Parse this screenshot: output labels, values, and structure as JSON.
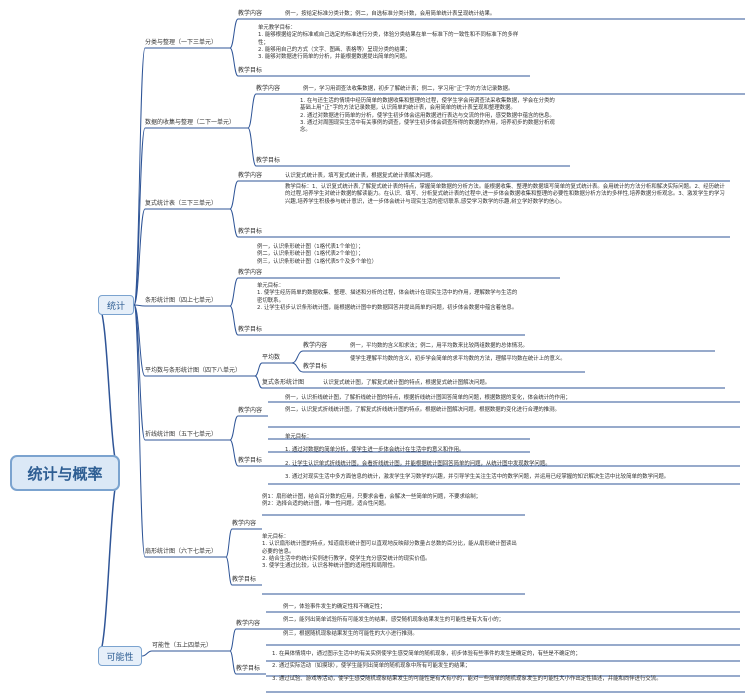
{
  "root": "统计与概率",
  "branches": [
    "统计",
    "可能性"
  ],
  "units": [
    {
      "title": "分类与整理（一下三单元）",
      "content_label": "教学内容",
      "content": "例一，按给定标准分类计数；例二，自选标准分类计数，会用简单统计表呈现统计结果。",
      "goal_label": "教学目标",
      "goal": [
        "单元教学目标：",
        "1.     能够根据给定的标准或自己选定的标准进行分类，体验分类结果在单一标准下的一致性和不同标准下的多样性；",
        "2.     能够用自己的方式（文字、图画、表格等）呈现分类的结果；",
        "3.     能够对数据进行简单的分析，并能根据数据提出简单的问题。"
      ]
    },
    {
      "title": "数据的收集与整理（二下一单元）",
      "content_label": "教学内容",
      "content": "例一，学习用调查法收集数据，初步了解统计表；例二，学习用“正”字的方法记录数据。",
      "goal_label": "教学目标",
      "goal": [
        "1.       在与还生活的情境中经历简单的数据收集和整理的过程，使学生学会用调查法采收集数据，学会在分类的基础上用“正”字的方法记录数据，认识简单的统计表，会用简单的统计表呈现和整理数据。",
        "2.       通过对数据进行简单的分析，使学生初步体会运用数据进行表达与交流的作用，感受数据中蕴含的信息。",
        "3.       通过对周围现实生活中有关事例的调查，使学生初步体会调查所得的数据的作用，培养初步的数据分析观念。"
      ]
    },
    {
      "title": "复式统计表（三下三单元）",
      "content_label": "教学内容",
      "content": "认识复式统计表，填写复式统计表，根据复式统计表解决问题。",
      "goal_label": "教学目标",
      "goal": [
        "教学目标：1、认识复式统计表,了解复式统计表的特点，掌握简单数据的分析方法。能根据收集、整理的数据填写简单的复式统计表。会用统计的方法分析和解决实际问题。2、经历统计的过程,培养学生对统计数据的解读能力。在认识、填写、分析复式统计表的过程中,进一步体会数据收集和整理的必要性和数据分析方法的多样性,培养数据分析观念。3、激发学生的学习兴趣,培养学生积极参与统计意识，进一步体会统计与现实生活的密切联系,感受学习数学的乐趣,树立学好数学的信心。"
      ]
    },
    {
      "title": "条形统计图（四上七单元）",
      "content_label": "教学内容",
      "content": [
        "例一，认识条形统计图（1格代表1个单位）；",
        "例二，认识条形统计图（1格代表2个单位）；",
        "例三，认识条形统计图（1格代表5个及多个单位）"
      ],
      "goal_label": "教学目标",
      "goal": [
        "单元目标：",
        "1.       使学生经历简单的数据收集、整理、描述和分析的过程，体会统计在现实生活中的作用，理解数学与生活的密切联系。",
        "2.       让学生初步认识条形统计图，能根据统计图中的数据回答并提出简单的问题，初步体会数据中蕴含着信息。"
      ]
    },
    {
      "title": "平均数与条形统计图（四下八单元）",
      "sub1": "平均数",
      "sub1_content_label": "教学内容",
      "sub1_content": "例一，平均数的含义和求法；例二，用平均数来比较两组数据的总体情况。",
      "sub1_goal_label": "教学目标",
      "sub1_goal": "使学生理解平均数的含义，初步学会简单的求平均数的方法，理解平均数在统计上的意义。",
      "sub2": "复式条形统计图",
      "sub2_content": "认识复式统计图，了解复式统计图的特点，根据复式统计图解决问题。"
    },
    {
      "title": "折线统计图（五下七单元）",
      "content_label": "教学内容",
      "content": [
        "例一，认识折线统计图，了解折线统计图的特点，根据折线统计图回答简单的问题，根据数据的变化，体会统计的作用；",
        "例二，认识复式折线统计图，了解复式折线统计图的特点。根据统计图解决问题，根据数据的变化进行合理的推测。"
      ],
      "goal_label": "教学目标",
      "goal": [
        "单元目标：",
        "1.        通过对数据的简单分析，使学生进一步体会统计在生活中的意义和作用。",
        "2.        让学生认识单式折线统计图，会看折线统计图，并能根据统计图回答简单的问题，从统计图中发现数学问题。",
        "3.        通过对现实生活中多方面信息的统计，激发学生学习数学的兴趣，并引导学生关注生活中的数学问题，并运用已经掌握的知识解决生活中比较简单的数学问题。"
      ]
    },
    {
      "title": "扇形统计图（六下七单元）",
      "content_label": "教学内容",
      "content": [
        "例1：扇形统计图，结合百分数的应用，只要求会看，会解决一些简单的问题，不要求绘制；",
        "例2：选择合适的统计图，唯一性问题，适合性问题。"
      ],
      "goal_label": "教学目标",
      "goal": [
        "单元目标：",
        "1.        认识扇形统计图的特点，知道扇形统计图可以直观地反映部分数量占总数的百分比，能从扇形统计图读出必要的信息。",
        "2.        结合生活中的统计实例进行教学，使学生充分感受统计的现实价值。",
        "3.        使学生通过比较，认识各种统计图的适用性和局限性。"
      ]
    },
    {
      "title": "可能性（五上四单元）",
      "content_label": "教学内容",
      "content": [
        "例一，体验事件发生的确定性和不确定性；",
        "例二，能列出简单试验所有可能发生的结果，感受随机现象结果发生的可能性是有大有小的；",
        "例三，根据随机现象结果发生的可能性的大小进行推测。"
      ],
      "goal_label": "教学目标",
      "goal": [
        "1.     在具体情境中，通过图示生活中的有关实例使学生感受简单的随机现象，初步体验有些事件的发生是确定的，有些是不确定的；",
        "2.     通过实际活动（如摸球），使学生能列出简单的随机现象中所有可能发生的结果；",
        "3.     通过试验、游戏等活动，使学生感受随机现象结果发生的可能性是有大有小的，能对一些简单的随机现象发生的可能性大小作出定性描述，并能和同伴进行交流。"
      ]
    }
  ],
  "colors": {
    "line": "#2f5597",
    "branch": "#7ba3cf",
    "root_fill": "#dbe8f6",
    "root_text": "#2e5e93"
  }
}
